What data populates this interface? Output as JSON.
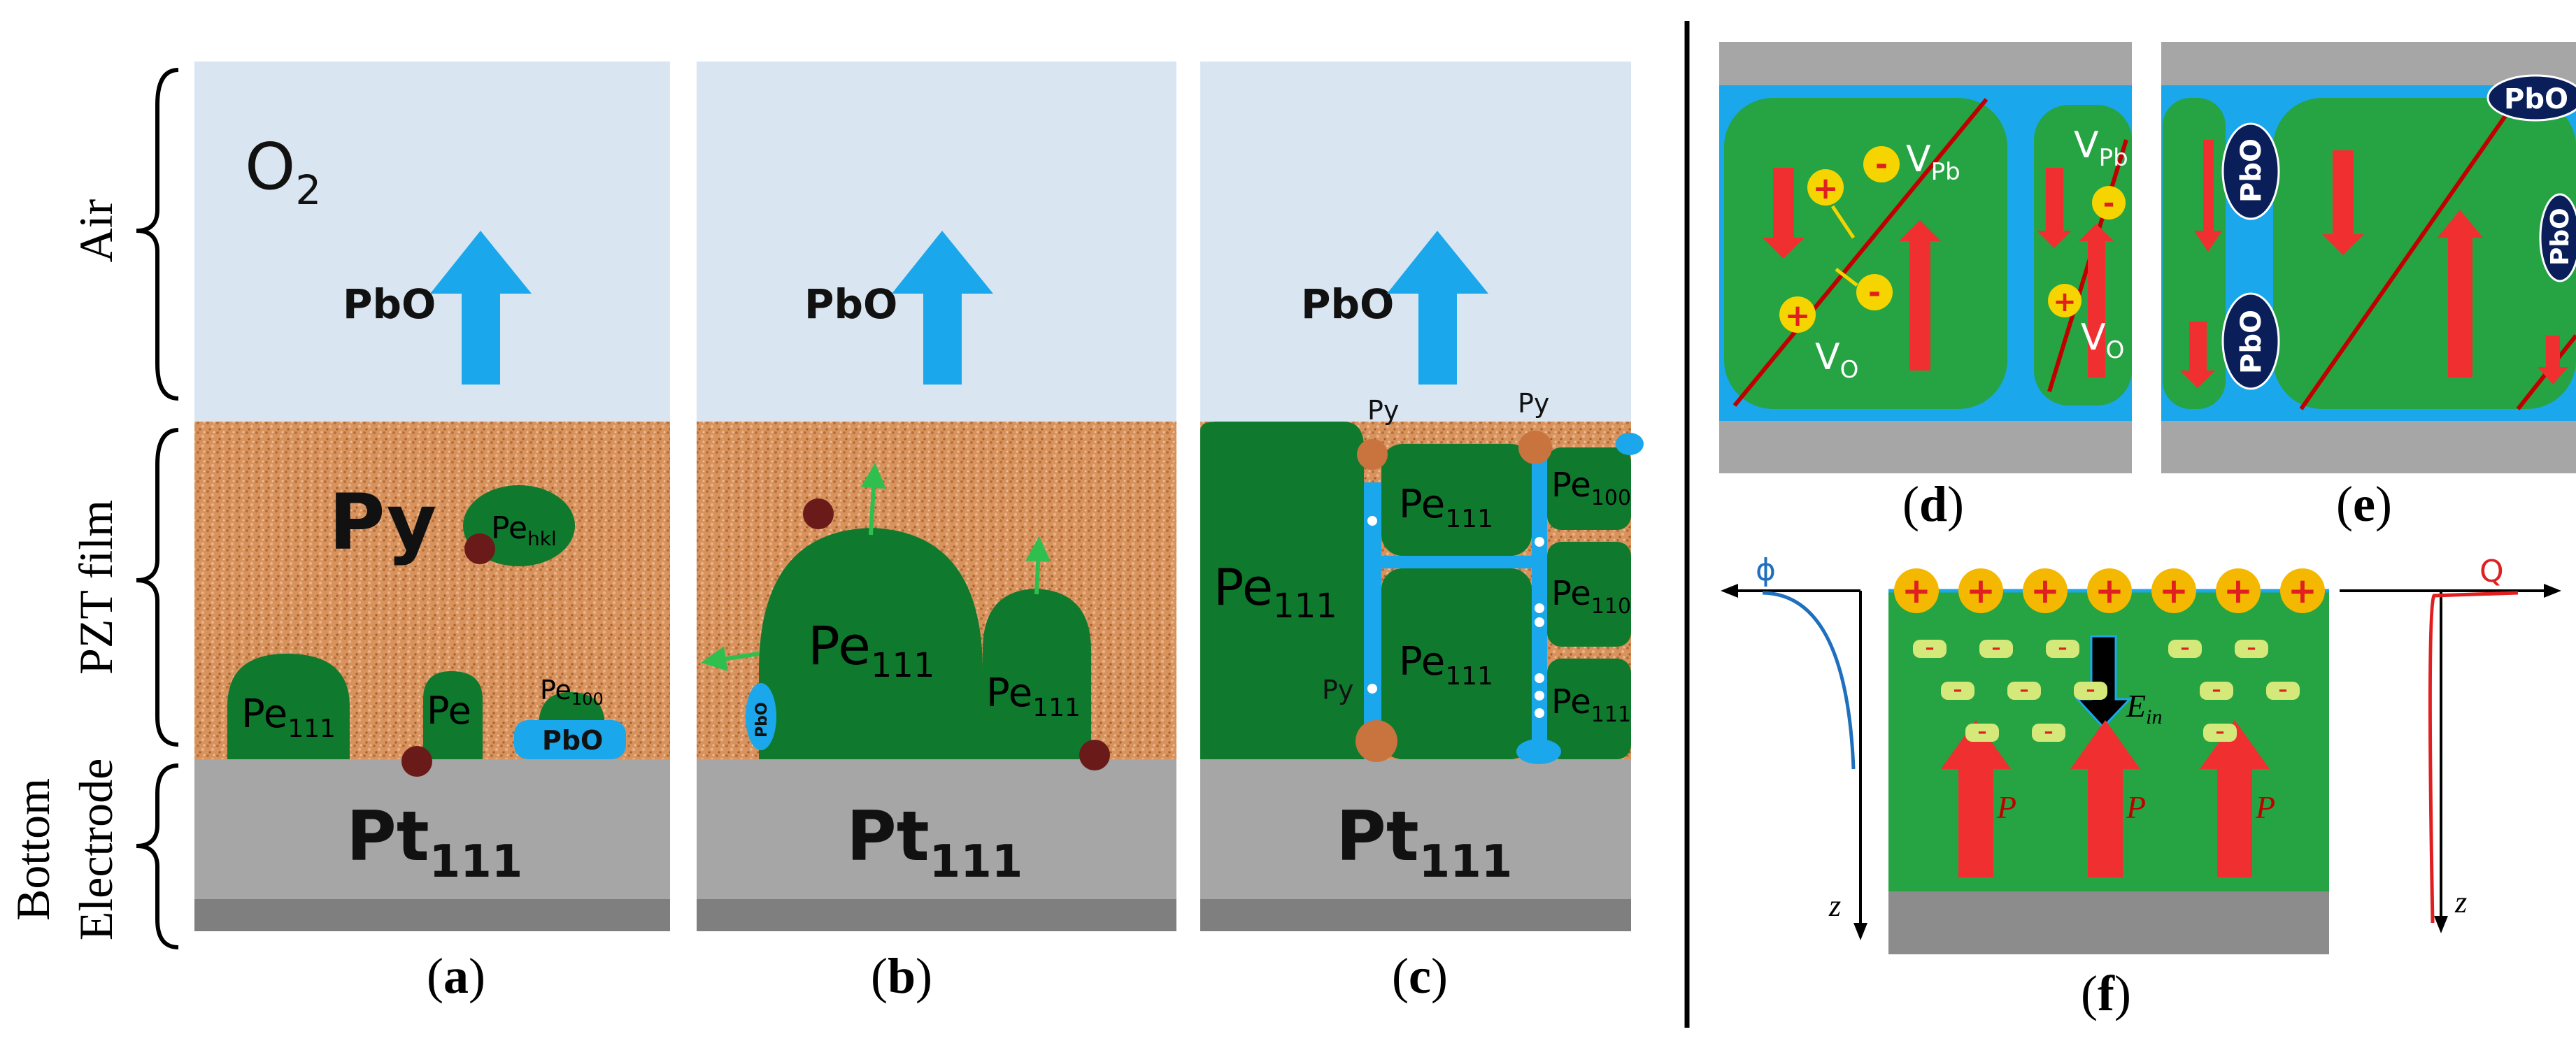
{
  "side_labels": {
    "air": "Air",
    "pzt_film": "PZT film",
    "bottom": "Bottom",
    "electrode": "Electrode"
  },
  "panel_a": {
    "gas": "O",
    "gas_sub": "2",
    "pbo": "PbO",
    "py": "Py",
    "pe_hkl": "Pe",
    "pe_hkl_sub": "hkl",
    "pe_111": "Pe",
    "pe_111_sub": "111",
    "pe": "Pe",
    "pe_100": "Pe",
    "pe_100_sub": "100",
    "pbo_small": "PbO",
    "pt": "Pt",
    "pt_sub": "111"
  },
  "panel_b": {
    "pbo": "PbO",
    "pe_big": "Pe",
    "pe_big_sub": "111",
    "pe_small": "Pe",
    "pe_small_sub": "111",
    "pbo_side": "PbO",
    "pt": "Pt",
    "pt_sub": "111"
  },
  "panel_c": {
    "pbo": "PbO",
    "py_top1": "Py",
    "py_top2": "Py",
    "py_mid": "Py",
    "pe_left": "Pe",
    "pe_left_sub": "111",
    "pe_mid_top": "Pe",
    "pe_mid_top_sub": "111",
    "pe_mid_bottom": "Pe",
    "pe_mid_bottom_sub": "111",
    "pe_r1": "Pe",
    "pe_r1_sub": "100",
    "pe_r2": "Pe",
    "pe_r2_sub": "110",
    "pe_r3": "Pe",
    "pe_r3_sub": "111",
    "pt": "Pt",
    "pt_sub": "111"
  },
  "panel_d": {
    "v_pb": "V",
    "v_pb_sub": "Pb",
    "v_o": "V",
    "v_o_sub": "O",
    "v_pb2": "V",
    "v_pb2_sub": "Pb",
    "v_o2": "V",
    "v_o2_sub": "O",
    "plus": "+",
    "minus": "-"
  },
  "panel_e": {
    "pbo": "PbO"
  },
  "panel_f": {
    "phi": "ϕ",
    "q": "Q",
    "z": "z",
    "e_in": "E",
    "e_in_sub": "in",
    "p": "P",
    "plus": "+",
    "minus": "–"
  },
  "captions": {
    "a": "a",
    "b": "b",
    "c": "c",
    "d": "d",
    "e": "e",
    "f": "f",
    "open": "(",
    "close": ")"
  },
  "colors": {
    "air": "#d9e6f2",
    "film": "#d8935d",
    "grain": "#0f7a2e",
    "electrode": "#a6a6a6",
    "electrode_dark": "#7f7f7f",
    "pbo_blue": "#1aa7ec",
    "arrow_red": "#f03030",
    "wall_red": "#c00000",
    "vacancy_yellow": "#f5d400",
    "pbo_navy": "#0a1e5a",
    "py_particle": "#c9733f",
    "dot_brown": "#6b1a1a",
    "divider": "#000000"
  }
}
